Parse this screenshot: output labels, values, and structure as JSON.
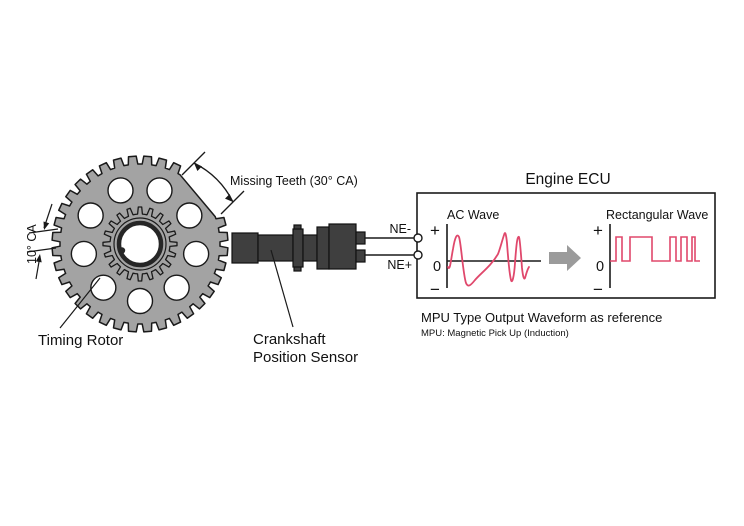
{
  "diagram": {
    "rotor": {
      "label": "Timing Rotor",
      "tooth_pitch_dim": "10° CA",
      "missing_teeth_dim": "Missing Teeth (30° CA)"
    },
    "sensor": {
      "label_line1": "Crankshaft",
      "label_line2": "Position Sensor"
    },
    "wires": {
      "top_label": "NE-",
      "bottom_label": "NE+"
    },
    "ecu": {
      "title": "Engine ECU",
      "ac_wave": {
        "label": "AC Wave",
        "plus": "+",
        "zero": "0",
        "minus": "−"
      },
      "rect_wave": {
        "label": "Rectangular Wave",
        "plus": "+",
        "zero": "0",
        "minus": "−"
      },
      "arrow_icon": "right-block-arrow",
      "caption": "MPU Type Output Waveform as reference",
      "caption_sub": "MPU: Magnetic Pick Up (Induction)"
    },
    "colors": {
      "rotor_fill": "#a3a3a3",
      "sensor_fill": "#3f3f3f",
      "wave": "#e0486c",
      "block_arrow": "#9b9b9b",
      "outline": "#1a1a1a"
    }
  }
}
